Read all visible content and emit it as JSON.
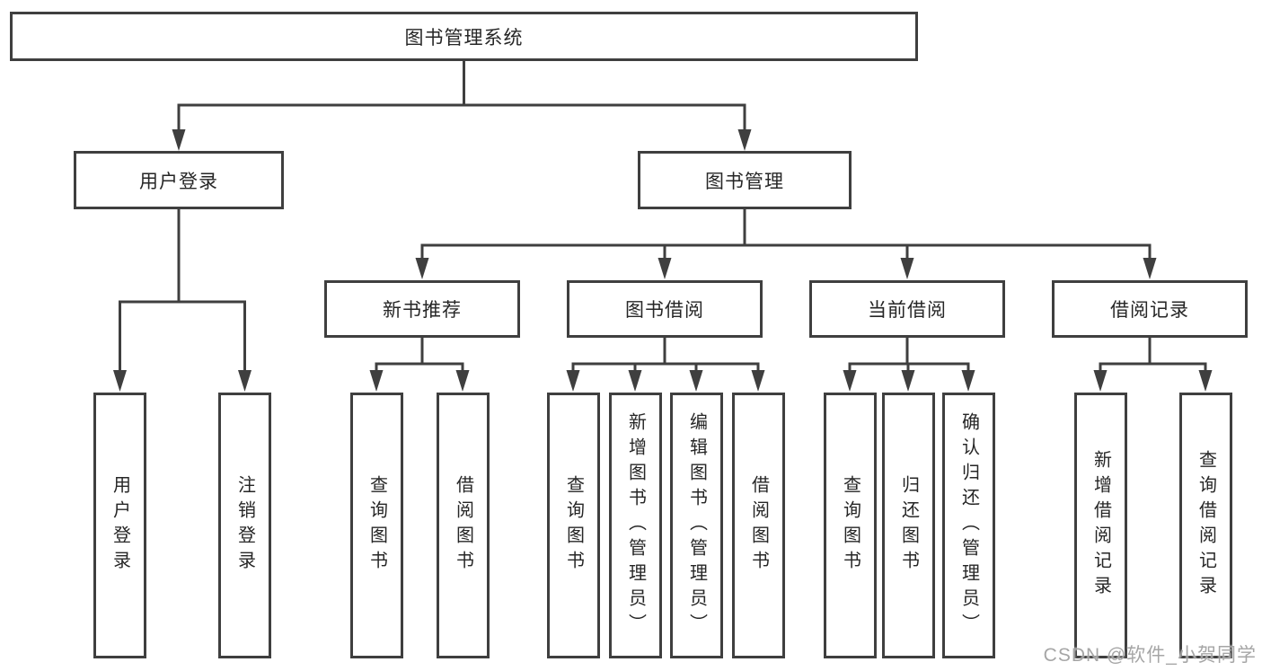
{
  "tree": {
    "root": "图书管理系统",
    "branches": [
      {
        "label": "用户登录",
        "children": [
          {
            "label": "用户登录"
          },
          {
            "label": "注销登录"
          }
        ]
      },
      {
        "label": "图书管理",
        "children": [
          {
            "label": "新书推荐",
            "children": [
              {
                "label": "查询图书"
              },
              {
                "label": "借阅图书"
              }
            ]
          },
          {
            "label": "图书借阅",
            "children": [
              {
                "label": "查询图书"
              },
              {
                "label": "新增图书（管理员）"
              },
              {
                "label": "编辑图书（管理员）"
              },
              {
                "label": "借阅图书"
              }
            ]
          },
          {
            "label": "当前借阅",
            "children": [
              {
                "label": "查询图书"
              },
              {
                "label": "归还图书"
              },
              {
                "label": "确认归还（管理员）"
              }
            ]
          },
          {
            "label": "借阅记录",
            "children": [
              {
                "label": "新增借阅记录"
              },
              {
                "label": "查询借阅记录"
              }
            ]
          }
        ]
      }
    ]
  },
  "watermark": {
    "text": "CSDN @软件_小贺同学"
  },
  "colors": {
    "line": "#3f3f3f",
    "text": "#262626",
    "watermark": "#9e9e9e",
    "background": "#ffffff"
  }
}
